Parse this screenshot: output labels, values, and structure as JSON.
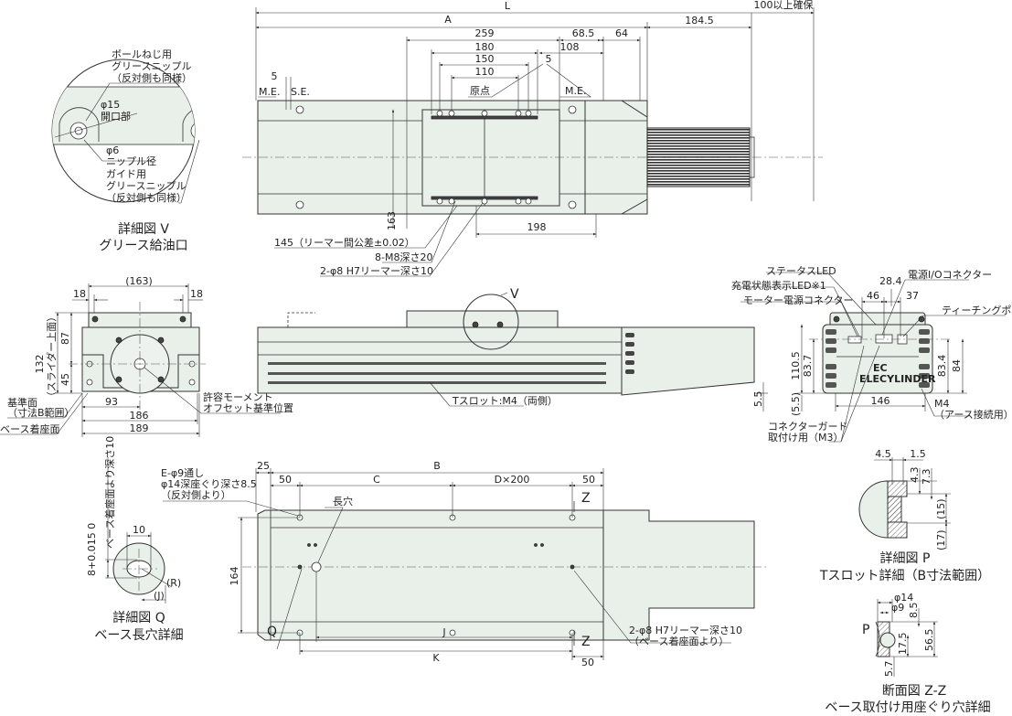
{
  "top_view": {
    "L": "L",
    "A": "A",
    "d184_5": "184.5",
    "clearance": "100以上確保",
    "d259": "259",
    "d68_5": "68.5",
    "d64": "64",
    "d180": "180",
    "d108": "108",
    "d150": "150",
    "d110": "110",
    "d5_right": "5",
    "d5_left": "5",
    "origin": "原点",
    "me_left": "M.E.",
    "se": "S.E.",
    "me_right": "M.E.",
    "d163": "163",
    "d198": "198",
    "callout_reamer_pitch": "145（リーマー間公差±0.02）",
    "callout_m8": "8-M8深さ20",
    "callout_phi8": "2-φ8 H7リーマー深さ10"
  },
  "detail_v": {
    "ball_screw_nipple": [
      "ボールねじ用",
      "グリースニップル",
      "（反対側も同様）"
    ],
    "opening": [
      "φ15",
      "開口部"
    ],
    "nipple_dia": [
      "φ6",
      "ニップル径"
    ],
    "guide_nipple": [
      "ガイド用",
      "グリースニップル",
      "（反対側も同様）"
    ],
    "title": "詳細図 V",
    "subtitle": "グリース給油口"
  },
  "end_view_left": {
    "d163": "(163)",
    "d18_left": "18",
    "d18_right": "18",
    "d132": "132",
    "d132_note": "（スライダー上面）",
    "d87": "87",
    "d45": "45",
    "d93": "93",
    "d186": "186",
    "d189": "189",
    "reference_face": [
      "基準面",
      "（寸法B範囲）"
    ],
    "base_mount_face": "ベース着座面",
    "moment_offset": [
      "許容モーメント",
      "オフセット基準位置"
    ]
  },
  "side_view": {
    "detail_v_marker": "V",
    "t_slot": "Tスロット:M4（両側）",
    "d5_5": "5.5"
  },
  "end_view_right": {
    "status_led": "ステータスLED",
    "charge_led": "充電状態表示LED※1",
    "motor_power_connector": "モーター電源コネクター",
    "d28_4": "28.4",
    "power_io_connector": "電源I/Oコネクター",
    "d46": "46",
    "d37": "37",
    "teaching_port": "ティーチングポート",
    "d110_5": "110.5",
    "d83_7": "83.7",
    "d83_4": "83.4",
    "d84": "84",
    "d5_5": "(5.5)",
    "d146": "146",
    "m4_earth": [
      "M4",
      "（アース接続用）"
    ],
    "connector_guard": [
      "コネクターガード",
      "取付け用（M3）"
    ],
    "logo": "ELECYLINDER"
  },
  "bottom_view": {
    "d25": "25",
    "B": "B",
    "d50_left": "50",
    "C": "C",
    "Dx200": "D×200",
    "d50_right": "50",
    "E_holes": [
      "E-φ9通し",
      "φ14深座ぐり深さ8.5",
      "（反対側より）"
    ],
    "slot": "長穴",
    "Z_top": "Z",
    "Z_bottom": "Z",
    "d164": "164",
    "J": "J",
    "K": "K",
    "d50_bottom": "50",
    "Q": "Q",
    "reamer_note": [
      "2-φ8 H7リーマー深さ10",
      "（ベース着座面より）"
    ]
  },
  "detail_q": {
    "depth_note": "ベース着座面より深さ10",
    "tol": "8+0.015 0",
    "d10": "10",
    "R": "(R)",
    "J": "(J)",
    "title": "詳細図 Q",
    "subtitle": "ベース長穴詳細"
  },
  "detail_p": {
    "d4_5": "4.5",
    "d1_5": "1.5",
    "d4_3": "4.3",
    "d7_3": "7.3",
    "d15": "(15)",
    "d17": "(17)",
    "title": "詳細図 P",
    "subtitle": "Tスロット詳細（B寸法範囲）"
  },
  "section_zz": {
    "d14": "φ14",
    "d9": "φ9",
    "d8_5": "8.5",
    "d56_5": "56.5",
    "d17_5": "17.5",
    "d5_7": "5.7",
    "P": "P",
    "title": "断面図 Z-Z",
    "subtitle": "ベース取付け用座ぐり穴詳細"
  }
}
